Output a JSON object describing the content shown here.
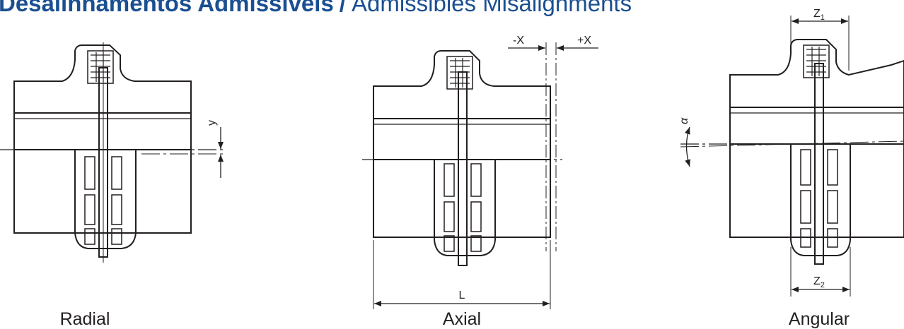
{
  "title": {
    "portuguese": "Desalinhamentos Admissíveis",
    "separator": "/",
    "english": "Admissibles Misalignments"
  },
  "captions": {
    "radial": "Radial",
    "axial": "Axial",
    "angular": "Angular"
  },
  "dimensions": {
    "radial_offset": "y",
    "axial_minus": "-X",
    "axial_plus": "+X",
    "axial_length": "L",
    "angle": "α",
    "gap_top": "Z",
    "gap_top_sub": "1",
    "gap_bottom": "Z",
    "gap_bottom_sub": "2"
  },
  "colors": {
    "title": "#1a4f91",
    "line": "#231f20",
    "background": "#ffffff"
  }
}
